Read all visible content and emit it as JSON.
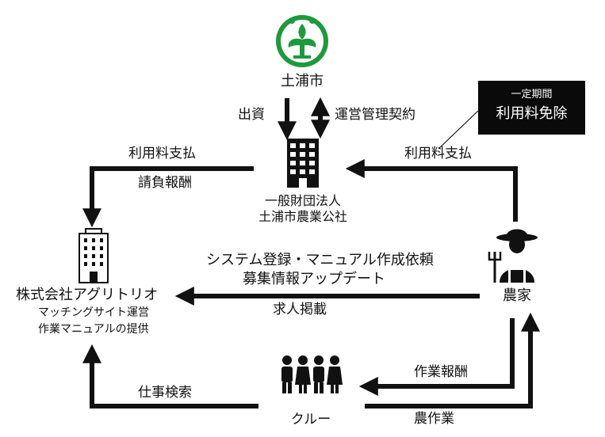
{
  "nodes": {
    "city": {
      "label": "土浦市"
    },
    "foundation": {
      "line1": "一般財団法人",
      "line2": "土浦市農業公社"
    },
    "company": {
      "name": "株式会社アグリトリオ",
      "service1": "マッチングサイト運営",
      "service2": "作業マニュアルの提供"
    },
    "farmer": {
      "label": "農家"
    },
    "crew": {
      "label": "クルー"
    }
  },
  "edges": {
    "city_to_foundation": "出資",
    "foundation_city_contract": "運営管理契約",
    "foundation_to_company_fee": "利用料支払",
    "foundation_to_company_reward": "請負報酬",
    "farmer_to_foundation_fee": "利用料支払",
    "farmer_to_company_request1": "システム登録・マニュアル作成依頼",
    "farmer_to_company_request2": "募集情報アップデート",
    "farmer_to_company_listing": "求人掲載",
    "crew_to_company": "仕事検索",
    "farmer_to_crew": "作業報酬",
    "crew_to_farmer": "農作業"
  },
  "note": {
    "small": "一定期間",
    "big": "利用料免除"
  },
  "colors": {
    "line": "#111111",
    "logo_green": "#1e9a3c",
    "note_bg": "#0a0a0a"
  },
  "icons": {
    "city": "city-emblem-icon",
    "foundation": "office-building-icon",
    "company": "tower-building-icon",
    "farmer": "farmer-icon",
    "crew": "crew-people-icon"
  }
}
